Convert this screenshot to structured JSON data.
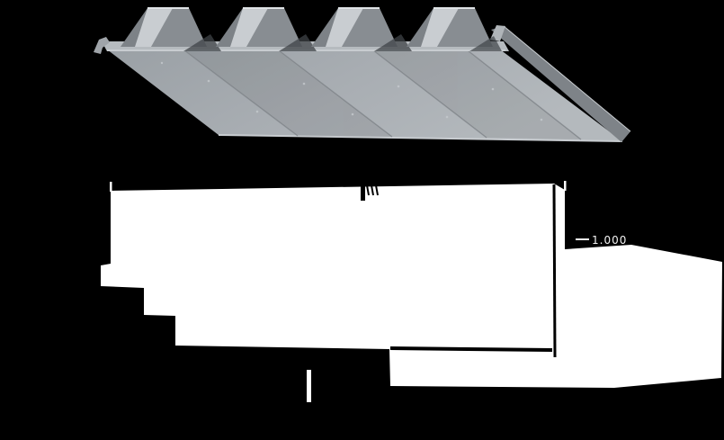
{
  "figure": {
    "background_color": "#000000",
    "panel_render": {
      "description": "ribbed-trapezoidal-metal-panel-3d-render",
      "rib_top_highlight_color": "#dfe3e6",
      "rib_bright_face_color": "#c9cdd1",
      "rib_left_slope_color": "#7d8287",
      "rib_right_shadow_color": "#888d92",
      "valley_band_color": "#b6bbbf",
      "underside_color_start": "#9aa0a5",
      "underside_color_end": "#b4b9bd",
      "side_face_color": "#7e8388",
      "seam_line_color": "#878c91"
    },
    "dimension_drawing": {
      "description": "panel-plan-silhouette-with-dimensions",
      "silhouette_color": "#ffffff",
      "crease_color": "#000000",
      "length_label": "1.000"
    }
  }
}
